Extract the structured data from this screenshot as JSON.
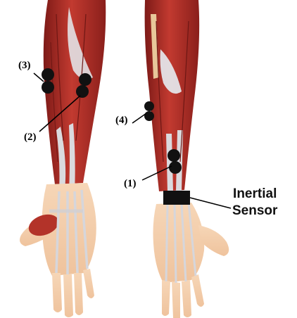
{
  "labels": {
    "electrode_1": "(1)",
    "electrode_2": "(2)",
    "electrode_3": "(3)",
    "electrode_4": "(4)",
    "sensor_line1": "Inertial",
    "sensor_line2": "Sensor"
  },
  "colors": {
    "muscle": "#b8312b",
    "muscle_dark": "#8e1f1c",
    "tendon": "#d9d9dc",
    "skin": "#f3cfae",
    "electrode": "#111111"
  },
  "icons": {
    "electrode": "black-circle",
    "sensor": "black-rectangle"
  }
}
